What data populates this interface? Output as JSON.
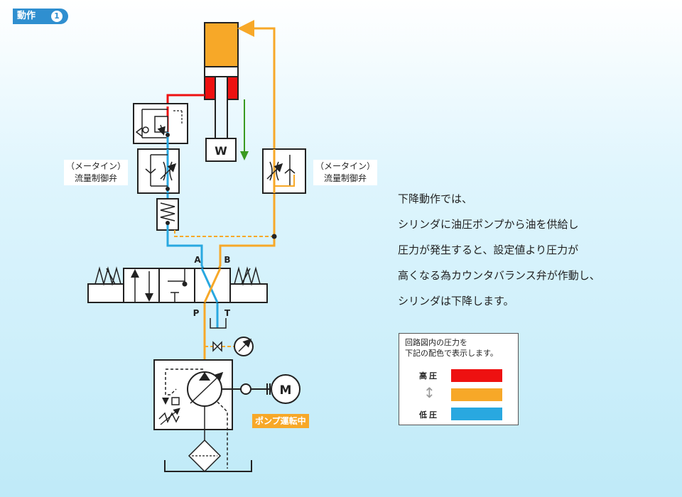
{
  "header": {
    "badge_label": "動作",
    "badge_number": "1"
  },
  "valve_labels": {
    "left": "（メータイン）\n流量制御弁",
    "right": "（メータイン）\n流量制御弁"
  },
  "diagram_text": {
    "weight": "W",
    "port_a": "A",
    "port_b": "B",
    "port_p": "P",
    "port_t": "T",
    "motor": "M"
  },
  "pump_status": "ポンプ運転中",
  "description": [
    "下降動作では、",
    "シリンダに油圧ポンプから油を供給し",
    "圧力が発生すると、設定値より圧力が",
    "高くなる為カウンタバランス弁が作動し、",
    "シリンダは下降します。"
  ],
  "legend": {
    "caption": "回路図内の圧力を\n下記の配色で表示します。",
    "high_label": "高圧",
    "low_label": "低圧",
    "colors": {
      "high": "#ee1111",
      "mid": "#f7a828",
      "low": "#29a8e0"
    }
  },
  "colors": {
    "badge": "#2f8fd0",
    "line_dark": "#222222",
    "down_arrow": "#3a9a20"
  }
}
